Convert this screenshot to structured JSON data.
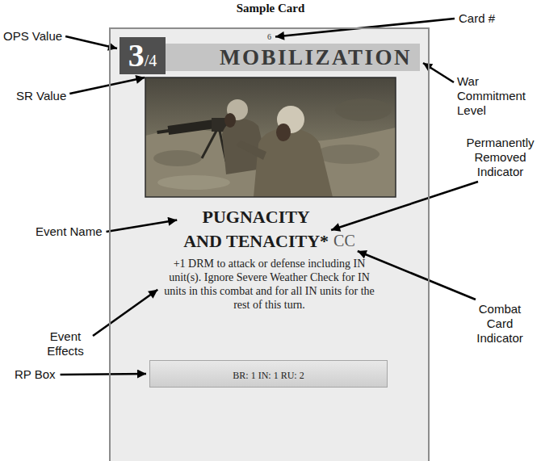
{
  "diagram": {
    "title": "Sample Card",
    "nodes": [
      {
        "text": [
          "6",
          "PUGNACITY AND TENACITY*",
          "CC",
          "+1 DRM to attack or defense including IN unit(s). Ignore Severe Weather Check for IN units in this combat and for all IN units for the rest of this turn."
        ]
      },
      {
        "text": [
          "3",
          "/4"
        ],
        "in": 0
      },
      {
        "text": [
          "MOBILIZATION"
        ],
        "in": 0
      },
      {
        "text": [
          "BR: 1 IN: 1 RU: 2"
        ],
        "in": 0
      }
    ],
    "labels": [
      "OPS Value",
      "Card #",
      "War Commitment Level",
      "SR Value",
      "Permanently Removed Indicator",
      "Event Name",
      "Combat Card Indicator",
      "Event Effects",
      "RP Box"
    ]
  }
}
